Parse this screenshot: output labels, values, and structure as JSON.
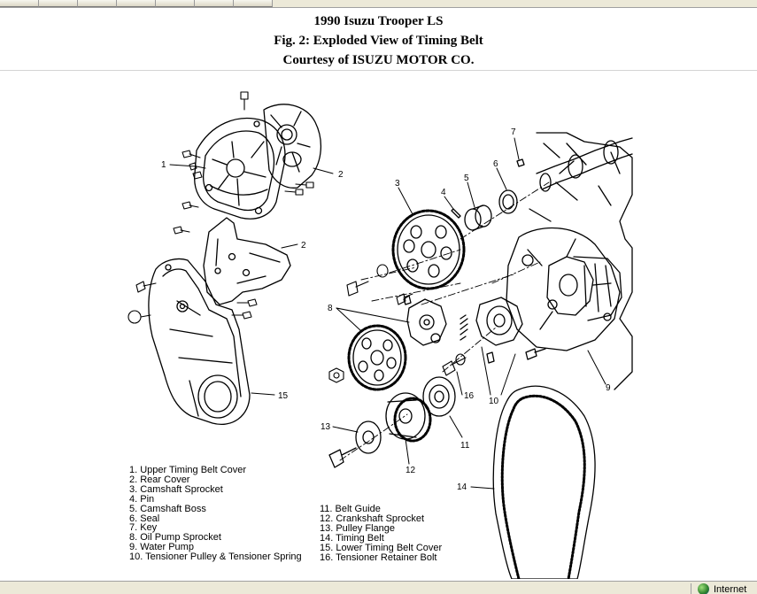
{
  "header": {
    "line1": "1990 Isuzu Trooper LS",
    "line2": "Fig. 2: Exploded View of Timing Belt",
    "line3": "Courtesy of ISUZU MOTOR CO."
  },
  "callouts": {
    "c1": "1",
    "c2a": "2",
    "c2b": "2",
    "c3": "3",
    "c4": "4",
    "c5": "5",
    "c6": "6",
    "c7": "7",
    "c8": "8",
    "c9": "9",
    "c10a": "10",
    "c10b": "10",
    "c11": "11",
    "c12": "12",
    "c13": "13",
    "c14": "14",
    "c15": "15",
    "c16": "16"
  },
  "legend_left": [
    "1. Upper Timing Belt Cover",
    "2. Rear Cover",
    "3. Camshaft Sprocket",
    "4. Pin",
    "5. Camshaft Boss",
    "6. Seal",
    "7. Key",
    "8. Oil Pump Sprocket",
    "9. Water Pump",
    "10. Tensioner Pulley & Tensioner Spring"
  ],
  "legend_right": [
    "11. Belt Guide",
    "12. Crankshaft Sprocket",
    "13. Pulley Flange",
    "14. Timing Belt",
    "15. Lower Timing Belt Cover",
    "16. Tensioner Retainer Bolt"
  ],
  "statusbar": {
    "zone_label": "Internet",
    "zone_icon": "globe-icon"
  }
}
